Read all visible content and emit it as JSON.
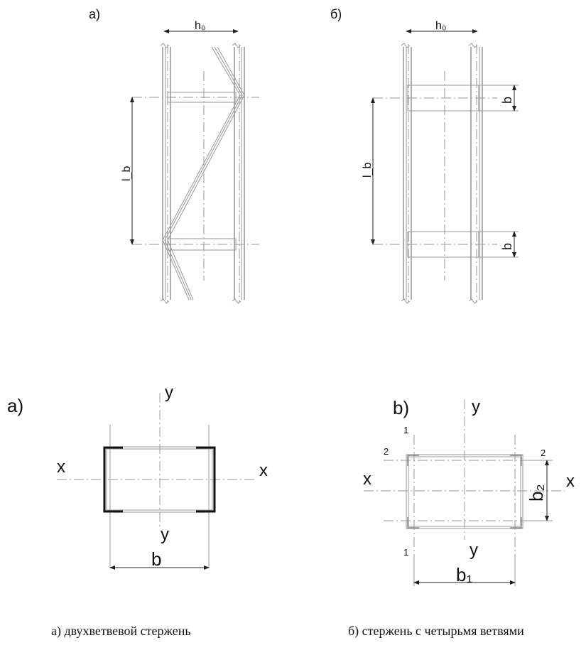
{
  "top_left": {
    "tag": "а)",
    "dim_h": "h₀",
    "dim_l": "l_b"
  },
  "top_right": {
    "tag": "б)",
    "dim_h": "h₀",
    "dim_l": "l_b",
    "dim_b_top": "b",
    "dim_b_bottom": "b"
  },
  "bottom_left": {
    "tag": "а)",
    "axis_y_top": "y",
    "axis_y_bottom": "y",
    "axis_x_left": "x",
    "axis_x_right": "x",
    "dim_b": "b"
  },
  "bottom_right": {
    "tag": "b)",
    "axis_y_top": "y",
    "axis_y_bottom": "y",
    "axis_x_left": "x",
    "axis_x_right": "x",
    "axis_1_top": "1",
    "axis_1_bottom": "1",
    "axis_2_left": "2",
    "axis_2_right": "2",
    "dim_b1": "b₁",
    "dim_b2": "b₂"
  },
  "captions": {
    "left": "а) двухветвевой стержень",
    "right": "б) стержень с четырьмя ветвями"
  }
}
